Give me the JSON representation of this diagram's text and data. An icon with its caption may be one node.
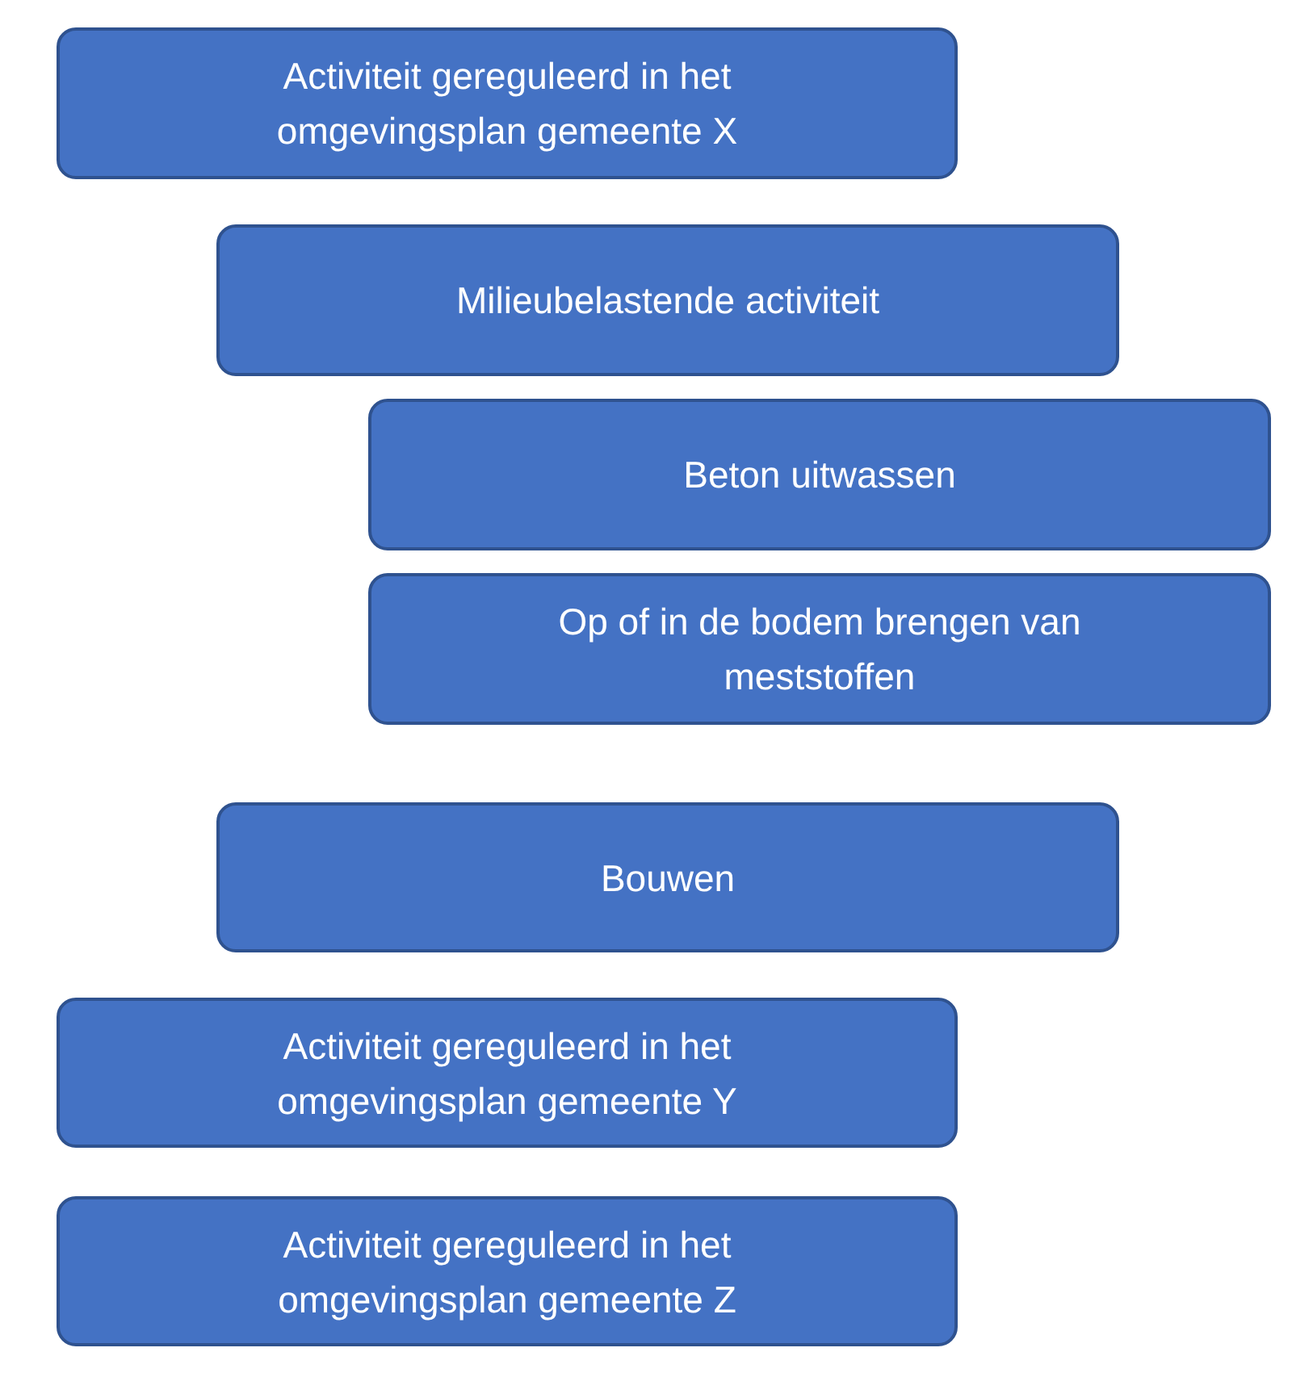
{
  "diagram": {
    "nodes": [
      {
        "text": [
          "Activiteit gereguleerd in het omgevingsplan gemeente X"
        ]
      },
      {
        "text": [
          "Milieubelastende activiteit"
        ]
      },
      {
        "text": [
          "Beton uitwassen"
        ]
      },
      {
        "text": [
          "Op of in de bodem brengen van meststoffen"
        ]
      },
      {
        "text": [
          "Bouwen"
        ]
      },
      {
        "text": [
          "Activiteit gereguleerd in het omgevingsplan gemeente Y"
        ]
      },
      {
        "text": [
          "Activiteit gereguleerd in het omgevingsplan gemeente Z"
        ]
      }
    ]
  }
}
